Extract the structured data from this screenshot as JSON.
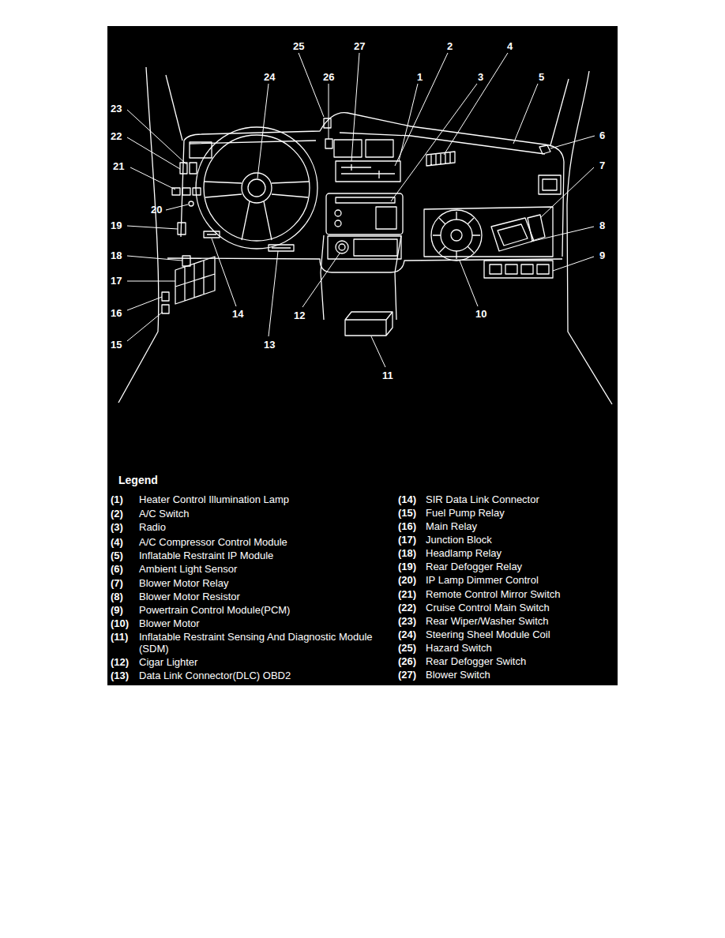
{
  "diagram": {
    "labels": [
      "25",
      "27",
      "2",
      "4",
      "24",
      "26",
      "1",
      "3",
      "5",
      "23",
      "22",
      "6",
      "21",
      "7",
      "20",
      "19",
      "8",
      "18",
      "9",
      "17",
      "16",
      "14",
      "12",
      "10",
      "15",
      "13",
      "11",
      "Legend",
      "(1)",
      "Heater Control Illumination Lamp",
      "(2)",
      "A/C Switch",
      "(3)",
      "Radio",
      "(4)",
      "A/C Compressor Control Module",
      "(5)",
      "Inflatable Restraint IP Module",
      "(6)",
      "Ambient Light Sensor",
      "(7)",
      "Blower Motor Relay",
      "(8)",
      "Blower Motor Resistor",
      "(9)",
      "Powertrain Control Module(PCM)",
      "(10)",
      "Blower Motor",
      "(11)",
      "Inflatable Restraint Sensing And Diagnostic Module (SDM)",
      "(12)",
      "Cigar Lighter",
      "(13)",
      "Data Link Connector(DLC) OBD2",
      "(14)",
      "SIR Data Link Connector",
      "(15)",
      "Fuel Pump Relay",
      "(16)",
      "Main Relay",
      "(17)",
      "Junction Block",
      "(18)",
      "Headlamp Relay",
      "(19)",
      "Rear Defogger Relay",
      "(20)",
      "IP Lamp Dimmer Control",
      "(21)",
      "Remote Control Mirror Switch",
      "(22)",
      "Cruise Control Main Switch",
      "(23)",
      "Rear Wiper/Washer Switch",
      "(24)",
      "Steering Sheel Module Coil",
      "(25)",
      "Hazard Switch",
      "(26)",
      "Rear Defogger Switch",
      "(27)",
      "Blower Switch"
    ]
  }
}
